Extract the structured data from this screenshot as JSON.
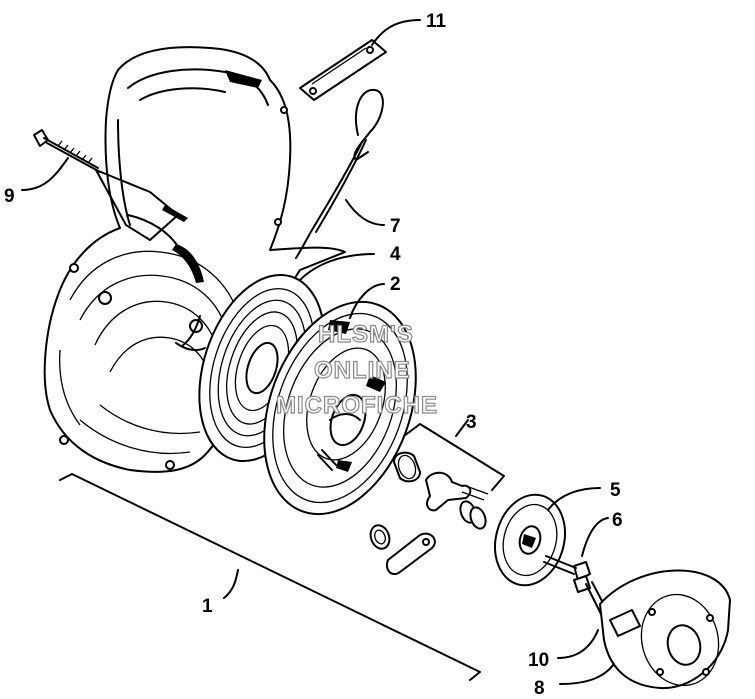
{
  "diagram": {
    "callouts": [
      {
        "id": "c1",
        "label": "1"
      },
      {
        "id": "c2",
        "label": "2"
      },
      {
        "id": "c3",
        "label": "3"
      },
      {
        "id": "c4",
        "label": "4"
      },
      {
        "id": "c5",
        "label": "5"
      },
      {
        "id": "c6",
        "label": "6"
      },
      {
        "id": "c7",
        "label": "7"
      },
      {
        "id": "c8",
        "label": "8"
      },
      {
        "id": "c9",
        "label": "9"
      },
      {
        "id": "c10",
        "label": "10"
      },
      {
        "id": "c11",
        "label": "11"
      }
    ],
    "watermark": [
      "HLSM'S",
      "ONLINE",
      "MICROFICHE"
    ]
  }
}
